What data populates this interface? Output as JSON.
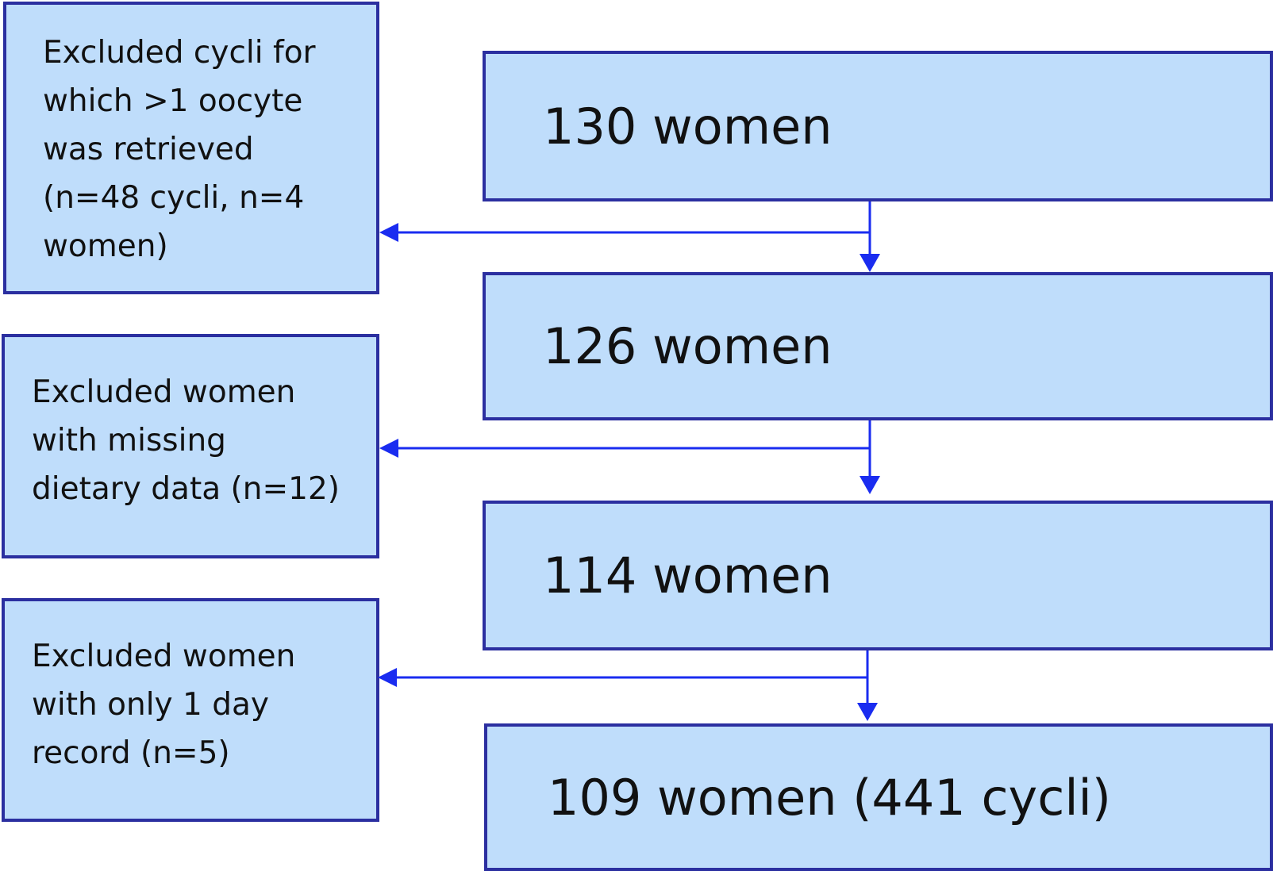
{
  "diagram": {
    "colors": {
      "box_fill": "#bfddfb",
      "box_border": "#2b2fa0",
      "arrow": "#1a2cf0",
      "text": "#111111"
    },
    "main_steps": [
      {
        "label": "130 women"
      },
      {
        "label": "126 women"
      },
      {
        "label": "114 women"
      },
      {
        "label": "109 women (441 cycli)"
      }
    ],
    "exclusions": [
      {
        "lines": [
          "Excluded cycli for",
          "which >1 oocyte",
          "was retrieved",
          "(n=48 cycli, n=4",
          "women)"
        ]
      },
      {
        "lines": [
          "Excluded women",
          "with missing",
          "dietary data (n=12)"
        ]
      },
      {
        "lines": [
          "Excluded women",
          "with only 1 day",
          "record (n=5)"
        ]
      }
    ]
  }
}
